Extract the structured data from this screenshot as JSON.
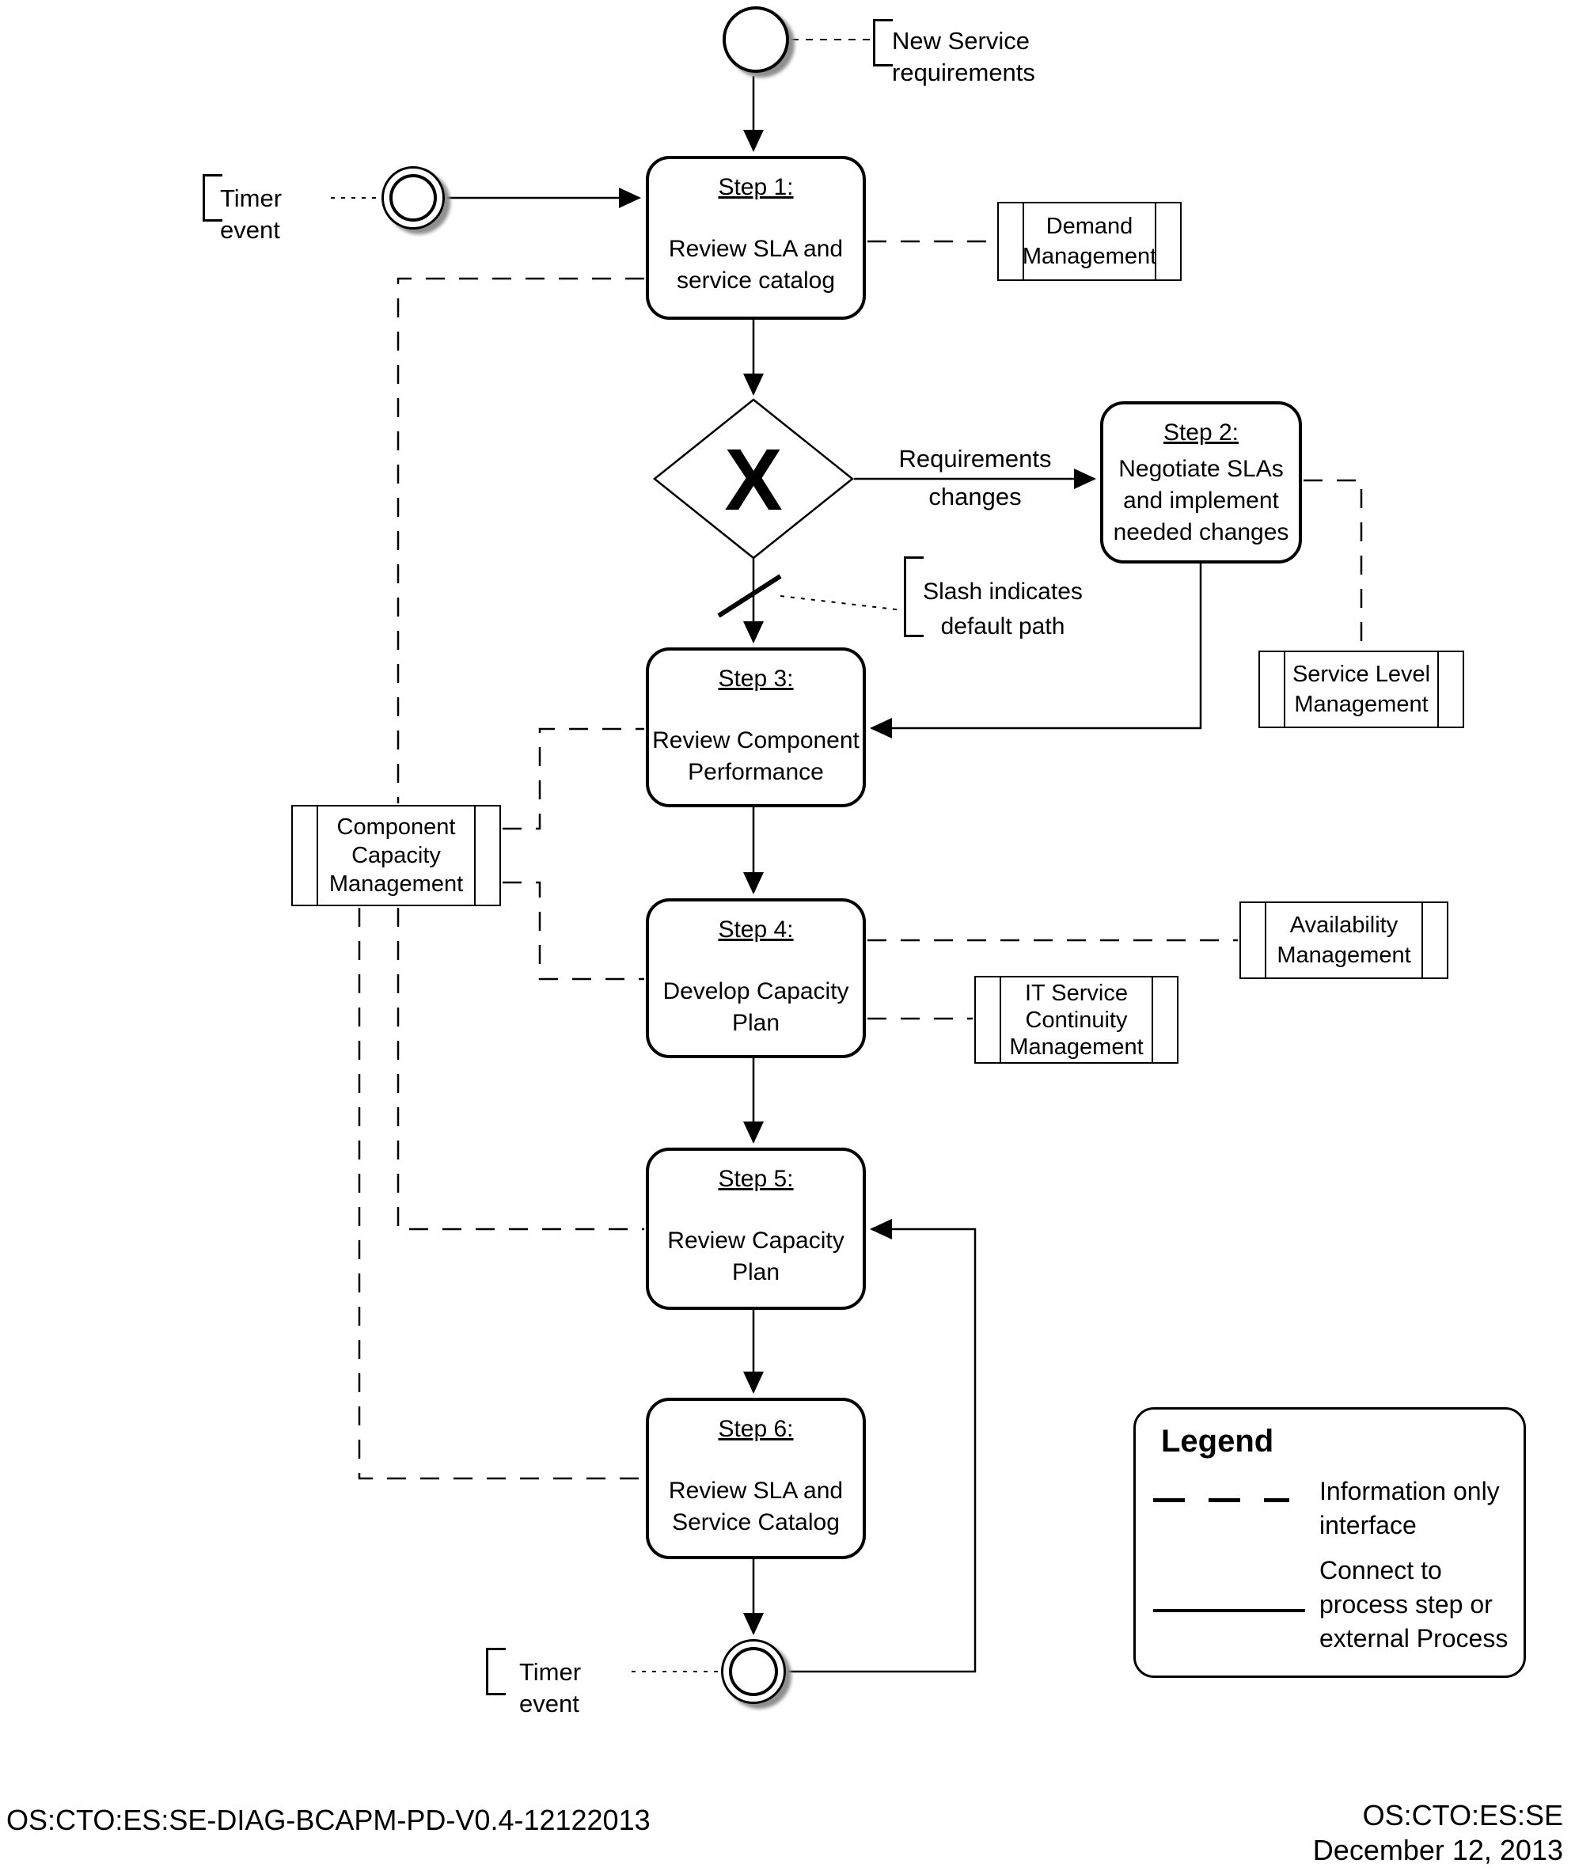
{
  "diagram": {
    "annotations": {
      "new_service": "New Service requirements",
      "timer_top": "Timer event",
      "timer_bottom": "Timer event",
      "slash_note": "Slash indicates\ndefault path"
    },
    "gateway": {
      "symbol": "X",
      "branch_label": "Requirements\nchanges"
    },
    "steps": {
      "step1": {
        "title": "Step 1:",
        "body": "Review SLA and\nservice catalog"
      },
      "step2": {
        "title": "Step 2:",
        "body": "Negotiate SLAs\nand implement\nneeded changes"
      },
      "step3": {
        "title": "Step 3:",
        "body": "Review Component\nPerformance"
      },
      "step4": {
        "title": "Step 4:",
        "body": "Develop Capacity\nPlan"
      },
      "step5": {
        "title": "Step 5:",
        "body": "Review Capacity\nPlan"
      },
      "step6": {
        "title": "Step 6:",
        "body": "Review SLA and\nService Catalog"
      }
    },
    "external": {
      "demand": "Demand\nManagement",
      "service_level": "Service Level\nManagement",
      "component_capacity": "Component\nCapacity\nManagement",
      "availability": "Availability\nManagement",
      "it_service_continuity": "IT Service\nContinuity\nManagement"
    },
    "legend": {
      "title": "Legend",
      "dashed_label": "Information only\ninterface",
      "solid_label": "Connect to\nprocess step or\nexternal Process"
    },
    "footer": {
      "left": "OS:CTO:ES:SE-DIAG-BCAPM-PD-V0.4-12122013",
      "right_line1": "OS:CTO:ES:SE",
      "right_line2": "December 12, 2013"
    }
  }
}
